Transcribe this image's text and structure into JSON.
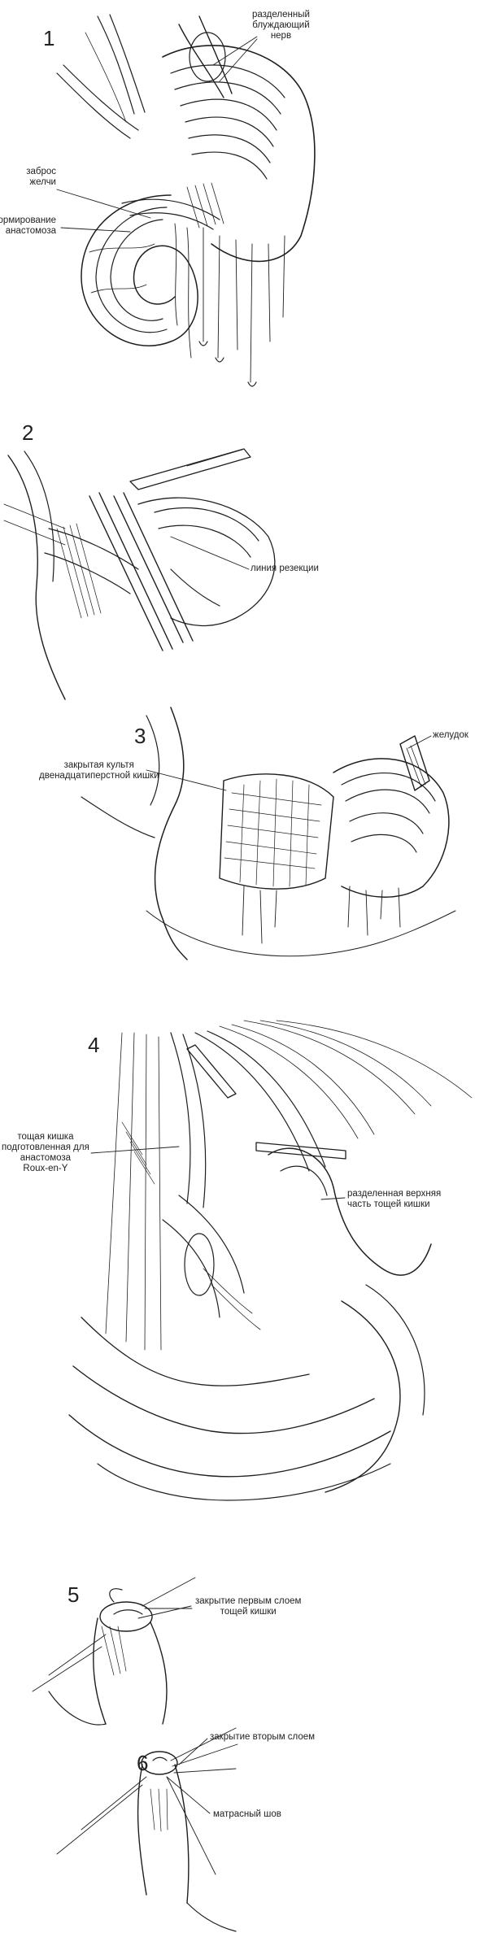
{
  "figures": [
    {
      "number": "1",
      "labels": {
        "vagus": [
          "разделенный",
          "блуждающий",
          "нерв"
        ],
        "bile": [
          "заброс",
          "желчи"
        ],
        "anastomosis": [
          "формирование",
          "анастомоза"
        ]
      }
    },
    {
      "number": "2",
      "labels": {
        "resection": [
          "линия резекции"
        ]
      }
    },
    {
      "number": "3",
      "labels": {
        "stump": [
          "закрытая культя",
          "двенадцатиперстной кишки"
        ],
        "stomach": [
          "желудок"
        ]
      }
    },
    {
      "number": "4",
      "labels": {
        "jejunum": [
          "тощая кишка",
          "подготовленная для",
          "анастомоза",
          "Roux-en-Y"
        ],
        "divided": [
          "разделенная верхняя",
          "часть тощей кишки"
        ]
      }
    },
    {
      "number": "5",
      "labels": {
        "first_layer": [
          "закрытие первым слоем",
          "тощей кишки"
        ]
      }
    },
    {
      "number": "6",
      "labels": {
        "second_layer": [
          "закрытие вторым слоем"
        ],
        "mattress": [
          "матрасный шов"
        ]
      }
    }
  ]
}
